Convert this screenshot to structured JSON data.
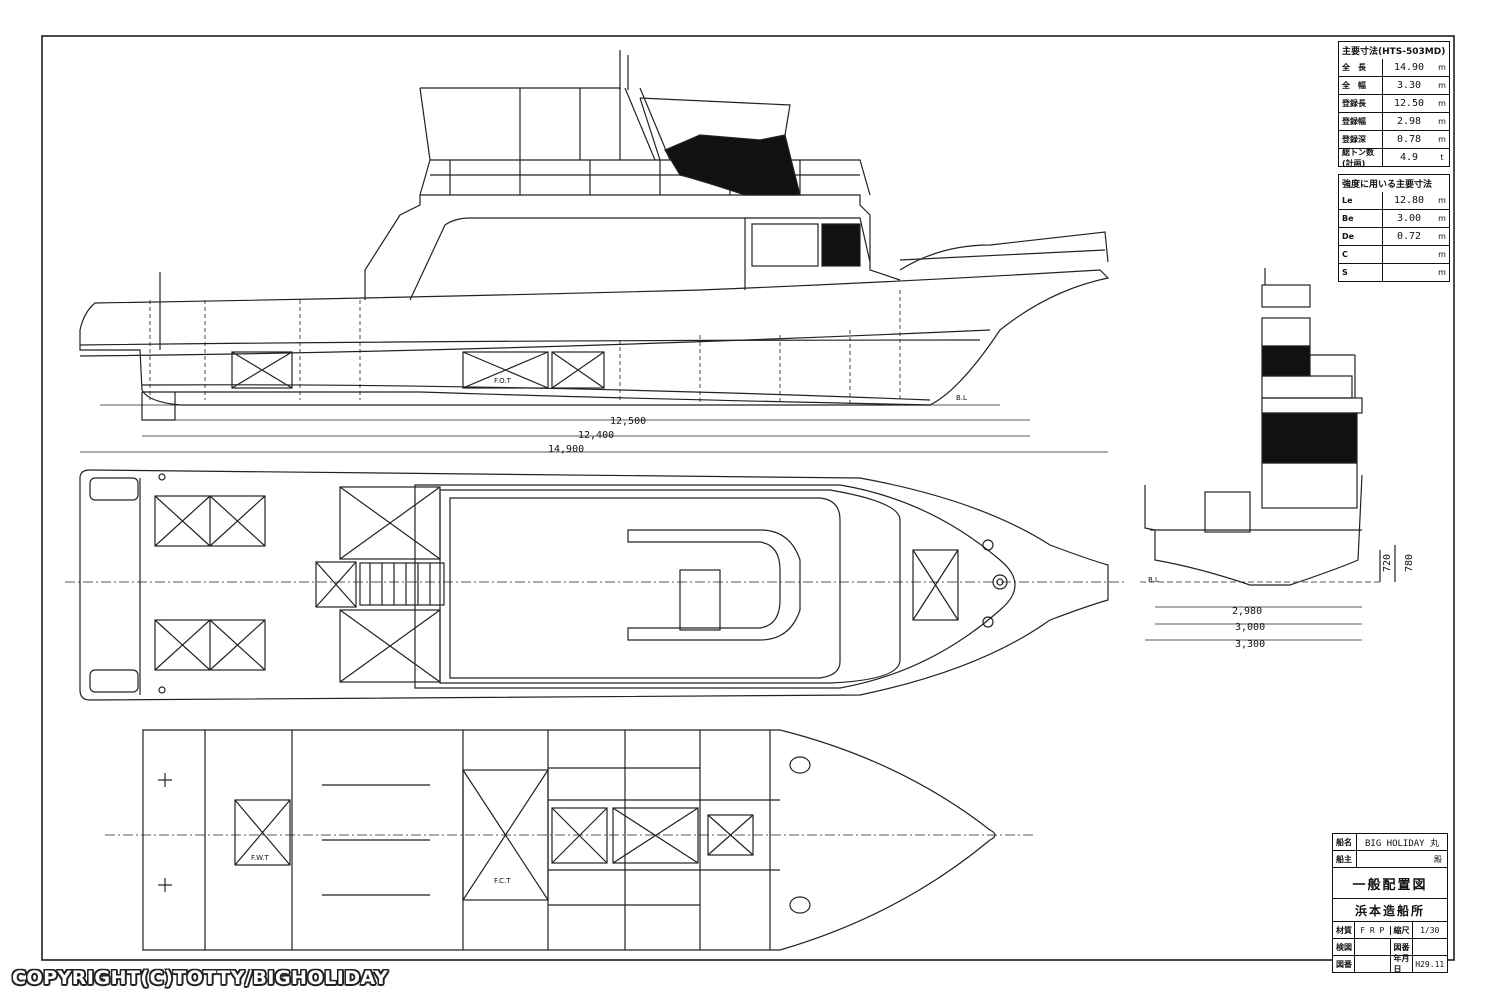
{
  "main_dimensions": {
    "title": "主要寸法(HTS-503MD)",
    "rows": [
      {
        "label": "全　長",
        "value": "14.90",
        "unit": "m"
      },
      {
        "label": "全　幅",
        "value": "3.30",
        "unit": "m"
      },
      {
        "label": "登録長",
        "value": "12.50",
        "unit": "m"
      },
      {
        "label": "登録幅",
        "value": "2.98",
        "unit": "m"
      },
      {
        "label": "登録深",
        "value": "0.78",
        "unit": "m"
      },
      {
        "label": "総トン数(計画)",
        "value": "4.9",
        "unit": "t"
      }
    ]
  },
  "strength_dimensions": {
    "title": "強度に用いる主要寸法",
    "rows": [
      {
        "label": "Le",
        "value": "12.80",
        "unit": "m"
      },
      {
        "label": "Be",
        "value": "3.00",
        "unit": "m"
      },
      {
        "label": "De",
        "value": "0.72",
        "unit": "m"
      },
      {
        "label": "C",
        "value": "",
        "unit": "m"
      },
      {
        "label": "S",
        "value": "",
        "unit": "m"
      }
    ]
  },
  "profile_dims": {
    "registered_length": "12,500",
    "length_12400": "12,400",
    "overall_length": "14,900",
    "baseline": "B.L",
    "fot_label": "F.O.T"
  },
  "section_dims": {
    "width_2980": "2,980",
    "width_3000": "3,000",
    "width_3300": "3,300",
    "depth_720": "720",
    "depth_780": "780",
    "baseline": "B.L"
  },
  "lower_plan_labels": {
    "fwt": "F.W.T",
    "fct": "F.C.T"
  },
  "title_block": {
    "ship_name_label": "船名",
    "ship_name": "BIG HOLIDAY 丸",
    "owner_label": "船主",
    "owner": "",
    "owner_suffix": "殿",
    "drawing_title": "一般配置図",
    "builder": "浜本造船所",
    "material_label": "材質",
    "material": "F R P",
    "scale_label": "縮尺",
    "scale": "1/30",
    "check_label": "検図",
    "number_label": "図番",
    "date_label": "年月日",
    "date": "H29.11"
  },
  "copyright": "COPYRIGHT(C)TOTTY/BIGHOLIDAY"
}
